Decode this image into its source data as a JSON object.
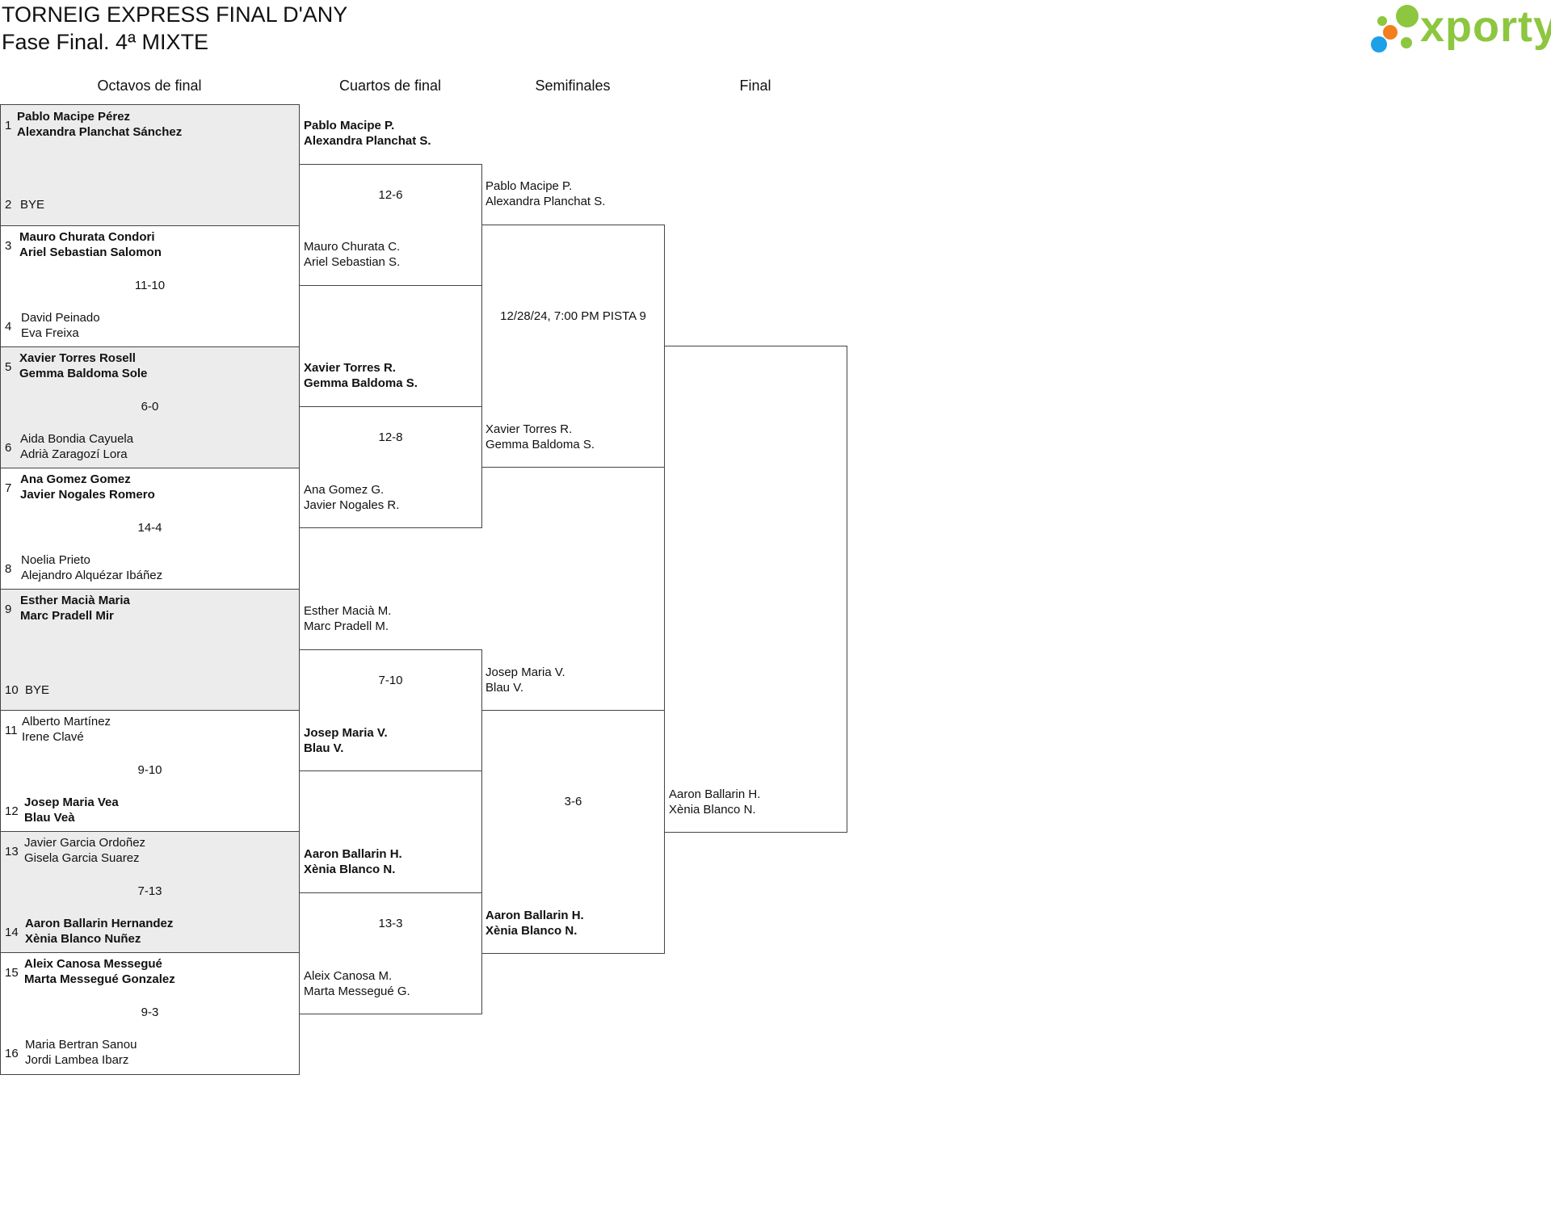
{
  "header": {
    "title": "TORNEIG EXPRESS FINAL D'ANY",
    "subtitle": "Fase Final. 4ª MIXTE"
  },
  "logo": {
    "text": "xporty",
    "colors": {
      "green": "#8dc63f",
      "orange": "#f47d20",
      "blue": "#1ea0e6"
    }
  },
  "rounds": {
    "r16": "Octavos de final",
    "qf": "Cuartos de final",
    "sf": "Semifinales",
    "final": "Final"
  },
  "r16": [
    {
      "seed_a": "1",
      "a1": "Pablo Macipe Pérez",
      "a2": "Alexandra Planchat Sánchez",
      "score": "",
      "seed_b": "2",
      "b1": "BYE",
      "b2": ""
    },
    {
      "seed_a": "3",
      "a1": "Mauro Churata Condori",
      "a2": "Ariel Sebastian Salomon",
      "score": "11-10",
      "seed_b": "4",
      "b1": "David Peinado",
      "b2": "Eva Freixa"
    },
    {
      "seed_a": "5",
      "a1": "Xavier Torres Rosell",
      "a2": "Gemma Baldoma Sole",
      "score": "6-0",
      "seed_b": "6",
      "b1": "Aida Bondia Cayuela",
      "b2": "Adrià Zaragozí Lora"
    },
    {
      "seed_a": "7",
      "a1": "Ana Gomez Gomez",
      "a2": "Javier Nogales Romero",
      "score": "14-4",
      "seed_b": "8",
      "b1": "Noelia Prieto",
      "b2": "Alejandro Alquézar Ibáñez"
    },
    {
      "seed_a": "9",
      "a1": "Esther Macià Maria",
      "a2": "Marc Pradell Mir",
      "score": "",
      "seed_b": "10",
      "b1": "BYE",
      "b2": ""
    },
    {
      "seed_a": "11",
      "a1": "Alberto Martínez",
      "a2": "Irene Clavé",
      "score": "9-10",
      "seed_b": "12",
      "b1": "Josep Maria Vea",
      "b2": "Blau Veà"
    },
    {
      "seed_a": "13",
      "a1": "Javier Garcia Ordoñez",
      "a2": "Gisela Garcia Suarez",
      "score": "7-13",
      "seed_b": "14",
      "b1": "Aaron Ballarin Hernandez",
      "b2": "Xènia Blanco Nuñez"
    },
    {
      "seed_a": "15",
      "a1": "Aleix Canosa Messegué",
      "a2": "Marta Messegué Gonzalez",
      "score": "9-3",
      "seed_b": "16",
      "b1": "Maria Bertran Sanou",
      "b2": "Jordi Lambea Ibarz"
    }
  ],
  "qf": [
    {
      "a1": "Pablo Macipe P.",
      "a2": "Alexandra Planchat S.",
      "score": "12-6",
      "b1": "Mauro Churata C.",
      "b2": "Ariel Sebastian S."
    },
    {
      "a1": "Xavier Torres R.",
      "a2": "Gemma Baldoma S.",
      "score": "12-8",
      "b1": "Ana Gomez G.",
      "b2": "Javier Nogales R."
    },
    {
      "a1": "Esther Macià M.",
      "a2": "Marc Pradell M.",
      "score": "7-10",
      "b1": "Josep Maria V.",
      "b2": "Blau V."
    },
    {
      "a1": "Aaron Ballarin H.",
      "a2": "Xènia Blanco N.",
      "score": "13-3",
      "b1": "Aleix Canosa M.",
      "b2": "Marta Messegué G."
    }
  ],
  "sf": [
    {
      "a1": "Pablo Macipe P.",
      "a2": "Alexandra Planchat S.",
      "info": "12/28/24, 7:00 PM PISTA 9",
      "b1": "Xavier Torres R.",
      "b2": "Gemma Baldoma S."
    },
    {
      "a1": "Josep Maria V.",
      "a2": "Blau V.",
      "info": "3-6",
      "b1": "Aaron Ballarin H.",
      "b2": "Xènia Blanco N."
    }
  ],
  "final": {
    "b1": "Aaron Ballarin H.",
    "b2": "Xènia Blanco N."
  }
}
